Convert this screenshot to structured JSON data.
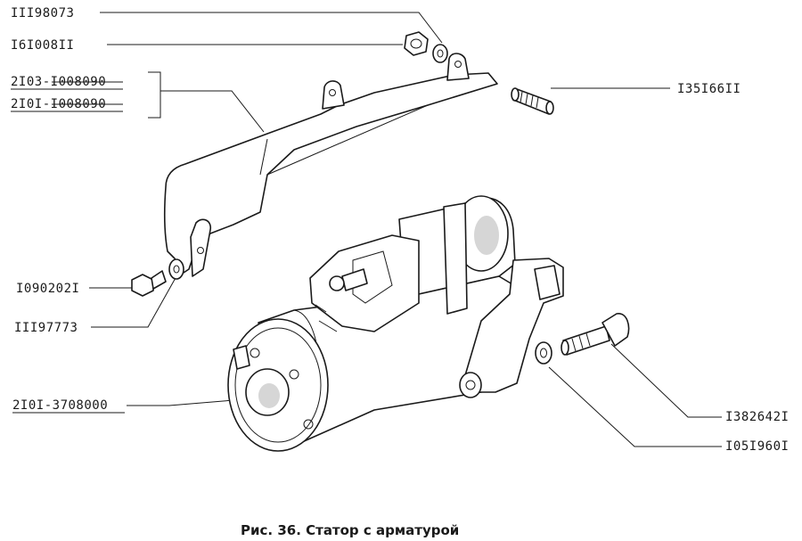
{
  "labels": {
    "p1": "III98073",
    "p2": "I6I008II",
    "p3a": "2I03-I008090",
    "p3b": "2I0I-I008090",
    "p4": "I35I66II",
    "p5": "I090202I",
    "p6": "III97773",
    "p7": "2I0I-3708000",
    "p8": "I382642I",
    "p9": "I05I960I"
  },
  "caption": "Рис. 36. Статор с арматурой"
}
